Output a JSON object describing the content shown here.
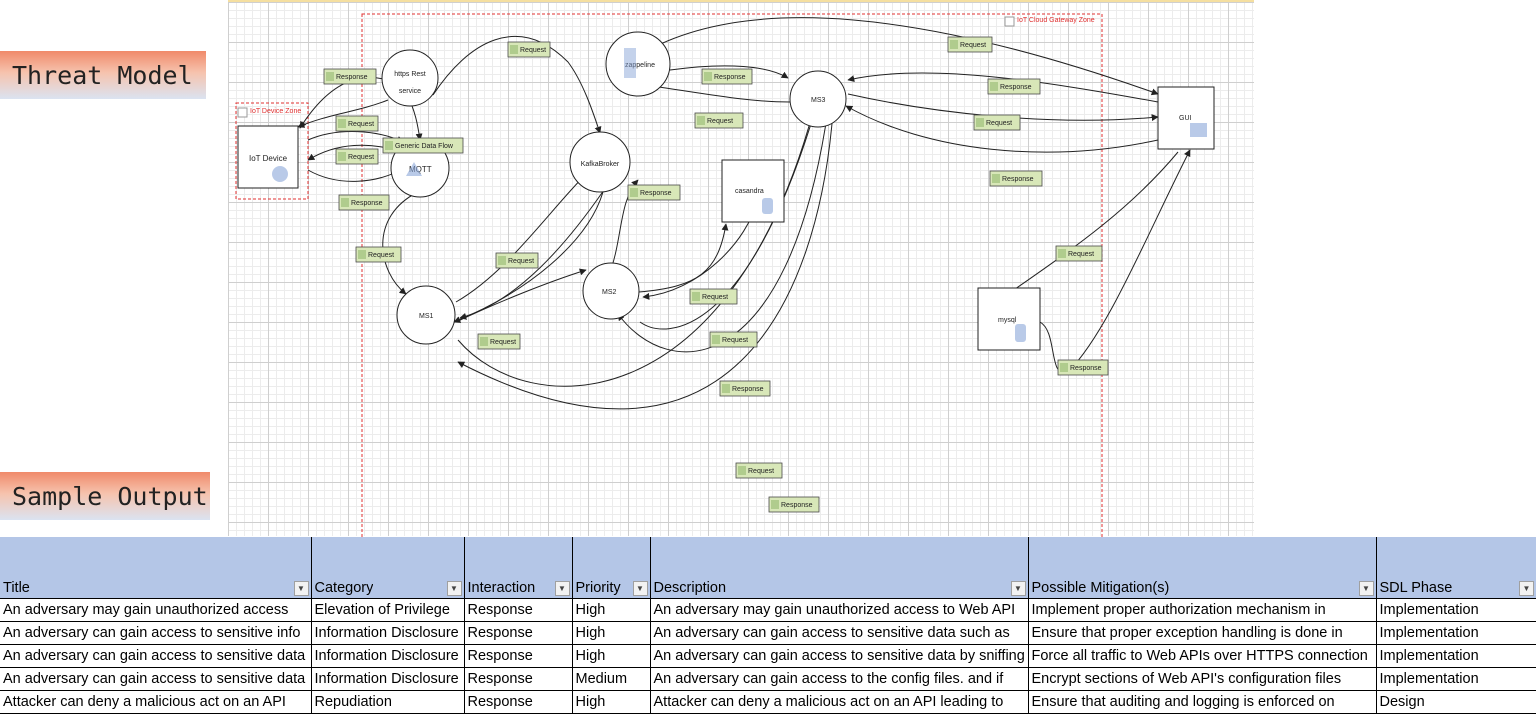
{
  "labels": {
    "threat_model": "Threat Model",
    "sample_output": "Sample Output"
  },
  "diagram": {
    "zones": {
      "device": "IoT Device Zone",
      "cloud": "IoT Cloud Gateway Zone"
    },
    "nodes": {
      "iot_device": "IoT Device",
      "https": "https Rest service",
      "mqtt": "MQTT",
      "kafka": "KafkaBroker",
      "zeppeline": "zappeline",
      "ms3": "MS3",
      "ms1": "MS1",
      "ms2": "MS2",
      "casandra": "casandra",
      "mysql": "mysql",
      "gui": "GUI"
    },
    "flows": {
      "response": "Response",
      "request": "Request",
      "generic": "Generic Data Flow"
    }
  },
  "table": {
    "columns": [
      "Title",
      "Category",
      "Interaction",
      "Priority",
      "Description",
      "Possible Mitigation(s)",
      "SDL Phase"
    ],
    "rows": [
      [
        "An adversary may gain unauthorized access",
        "Elevation of Privilege",
        "Response",
        "High",
        "An adversary may gain unauthorized access to Web API",
        "Implement proper authorization mechanism in",
        "Implementation"
      ],
      [
        "An adversary can gain access to sensitive info",
        "Information Disclosure",
        "Response",
        "High",
        "An adversary can gain access to sensitive data such as",
        "Ensure that proper exception handling is done in",
        "Implementation"
      ],
      [
        "An adversary can gain access to sensitive data",
        "Information Disclosure",
        "Response",
        "High",
        "An adversary can gain access to sensitive data by sniffing",
        "Force all traffic to Web APIs over HTTPS connection",
        "Implementation"
      ],
      [
        "An adversary can gain access to sensitive data",
        "Information Disclosure",
        "Response",
        "Medium",
        "An adversary can gain access to the config files. and if",
        "Encrypt sections of Web API's configuration files",
        "Implementation"
      ],
      [
        "Attacker can deny a malicious act on an API",
        "Repudiation",
        "Response",
        "High",
        "Attacker can deny a malicious act on an API leading to",
        "Ensure that auditing and logging is enforced on",
        "Design"
      ]
    ]
  }
}
